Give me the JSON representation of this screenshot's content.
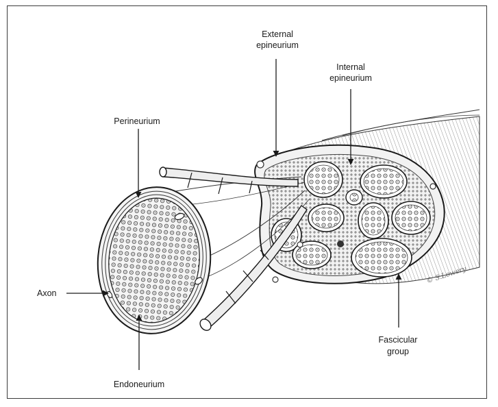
{
  "labels": {
    "external_epineurium": [
      "External",
      "epineurium"
    ],
    "internal_epineurium": [
      "Internal",
      "epineurium"
    ],
    "perineurium": "Perineurium",
    "axon": "Axon",
    "endoneurium": "Endoneurium",
    "fascicular_group": [
      "Fascicular",
      "group"
    ]
  },
  "signature": "© S.Lowery",
  "colors": {
    "ink": "#1a1a1a",
    "paper": "#ffffff",
    "shade": "#e9e9e9",
    "frame": "#3a3a3a"
  }
}
